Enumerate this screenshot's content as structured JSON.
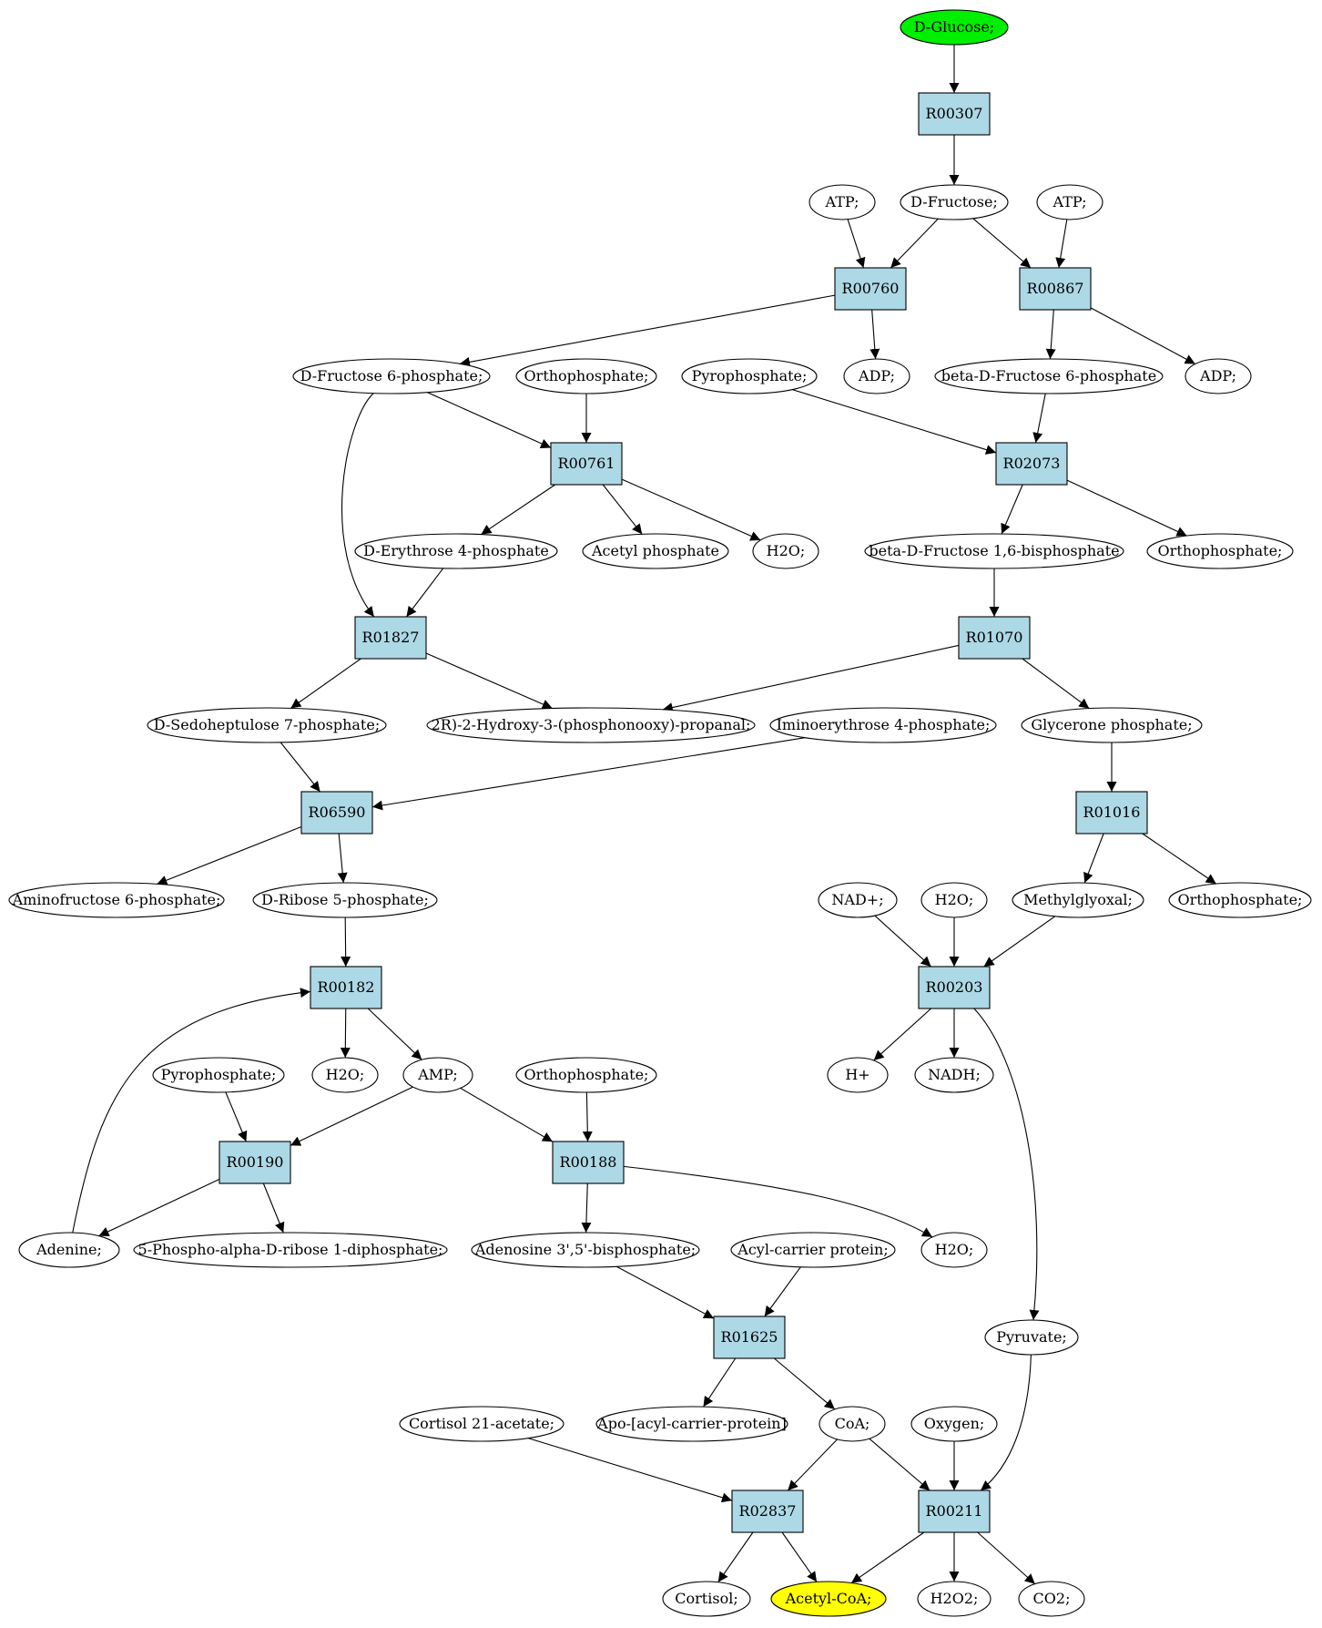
{
  "colors": {
    "reaction_fill": "#add8e6",
    "start_fill": "#00ee00",
    "end_fill": "#ffff00",
    "node_stroke": "#000000",
    "edge": "#000000"
  },
  "nodes": {
    "glucose": "D-Glucose;",
    "r00307": "R00307",
    "atp1": "ATP;",
    "fructose": "D-Fructose;",
    "atp2": "ATP;",
    "r00760": "R00760",
    "r00867": "R00867",
    "f6p": "D-Fructose 6-phosphate;",
    "orthoA": "Orthophosphate;",
    "pyroA": "Pyrophosphate;",
    "adpA": "ADP;",
    "bf6p": "beta-D-Fructose 6-phosphate",
    "adpB": "ADP;",
    "r00761": "R00761",
    "r02073": "R02073",
    "e4p": "D-Erythrose 4-phosphate",
    "acetylP": "Acetyl phosphate",
    "h2oA": "H2O;",
    "fbp": "beta-D-Fructose 1,6-bisphosphate",
    "orthoB": "Orthophosphate;",
    "r01827": "R01827",
    "r01070": "R01070",
    "s7p": "D-Sedoheptulose 7-phosphate;",
    "g3p": "2R)-2-Hydroxy-3-(phosphonooxy)-propanal;",
    "imino": "Iminoerythrose 4-phosphate;",
    "dhap": "Glycerone phosphate;",
    "r06590": "R06590",
    "r01016": "R01016",
    "amino": "Aminofructose 6-phosphate;",
    "r5p": "D-Ribose 5-phosphate;",
    "nad": "NAD+;",
    "h2oB": "H2O;",
    "mgo": "Methylglyoxal;",
    "orthoC": "Orthophosphate;",
    "r00182": "R00182",
    "r00203": "R00203",
    "pyroB": "Pyrophosphate;",
    "h2oC": "H2O;",
    "amp": "AMP;",
    "orthoD": "Orthophosphate;",
    "hplus": "H+",
    "nadh": "NADH;",
    "r00190": "R00190",
    "r00188": "R00188",
    "adenine": "Adenine;",
    "prpp": "5-Phospho-alpha-D-ribose 1-diphosphate;",
    "pap": "Adenosine 3',5'-bisphosphate;",
    "acp": "Acyl-carrier protein;",
    "h2oD": "H2O;",
    "r01625": "R01625",
    "pyruvate": "Pyruvate;",
    "cortac": "Cortisol 21-acetate;",
    "apoacp": "Apo-[acyl-carrier-protein]",
    "coa": "CoA;",
    "oxygen": "Oxygen;",
    "r02837": "R02837",
    "r00211": "R00211",
    "cortisol": "Cortisol;",
    "acetylcoa": "Acetyl-CoA;",
    "h2o2": "H2O2;",
    "co2": "CO2;"
  }
}
